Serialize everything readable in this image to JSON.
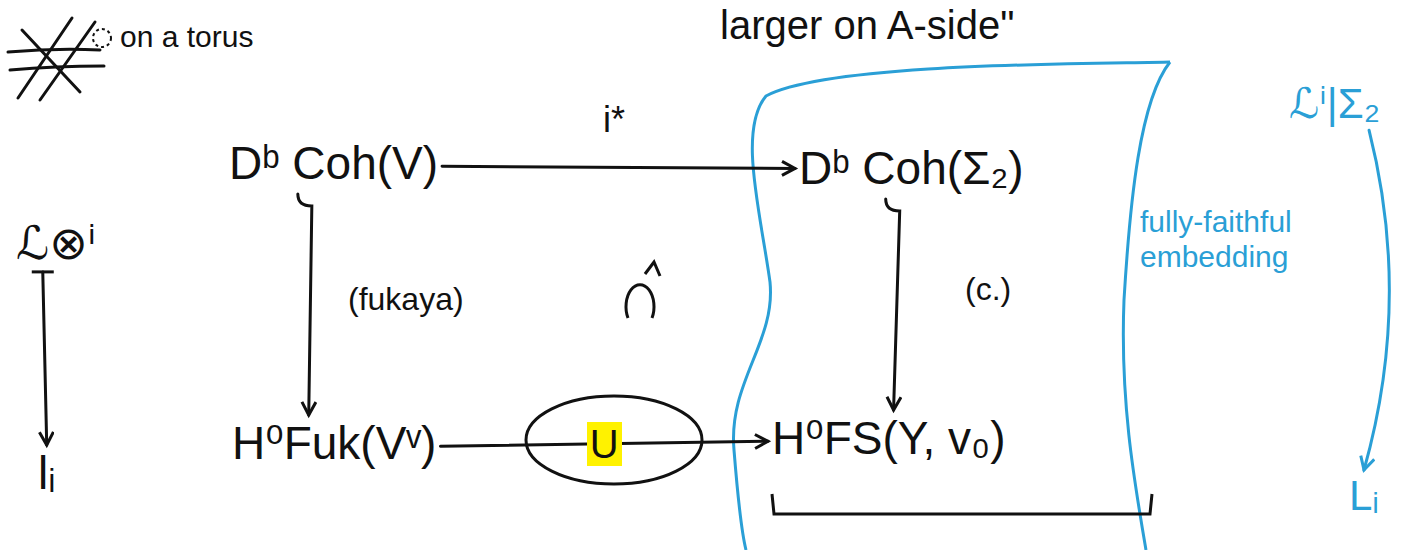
{
  "diagram": {
    "nodes": [
      {
        "text": [
          "Dᵇ Coh(V)"
        ]
      },
      {
        "text": [
          "Dᵇ Coh(Σ₂)"
        ]
      },
      {
        "text": [
          "H⁰Fuk(Vᵛ)"
        ]
      },
      {
        "text": [
          "H⁰FS(Y, v₀)"
        ]
      },
      {
        "text": [
          "ℒ⊗ⁱ"
        ]
      },
      {
        "text": [
          "lᵢ"
        ]
      },
      {
        "text": [
          "ℒⁱ|Σ₂"
        ]
      },
      {
        "text": [
          "Lᵢ"
        ]
      }
    ],
    "edges": [
      {
        "from": 0,
        "to": 1,
        "label": "i*",
        "arrow": "to"
      },
      {
        "from": 0,
        "to": 2,
        "label": "(fukaya)",
        "arrow": "to"
      },
      {
        "from": 1,
        "to": 3,
        "label": "(c.)",
        "arrow": "to"
      },
      {
        "from": 2,
        "to": 3,
        "label": "U",
        "arrow": "to"
      },
      {
        "from": 4,
        "to": 5,
        "arrow": "to"
      },
      {
        "from": 6,
        "to": 7,
        "arrow": "to"
      }
    ],
    "labels": [
      "larger on A-side\"",
      "on a torus",
      "fully-faithful embedding"
    ]
  }
}
